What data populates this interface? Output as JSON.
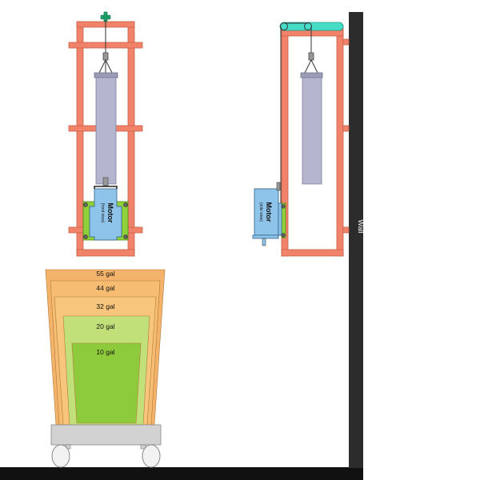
{
  "colors": {
    "frame": "#f0836a",
    "frame_stroke": "#c9604a",
    "cylinder": "#b4b6d0",
    "cylinder_cap": "#9a9cb8",
    "motor": "#8ec4ea",
    "motor_mount": "#8fd13a",
    "pulley_top": "#46dcc6",
    "valve": "#1fa36b",
    "wall": "#2c2c2c",
    "floor": "#111111",
    "cart": "#d2d2d2",
    "wheel": "#f2f2f2",
    "bin_55": "#f4b36a",
    "bin_44": "#f6bc72",
    "bin_32": "#f7c57c",
    "bin_20": "#c2e07a",
    "bin_10": "#8ecb3c"
  },
  "front_view": {
    "motor_label": "Motor",
    "motor_sublabel": "(front view)"
  },
  "side_view": {
    "motor_label": "Motor",
    "motor_sublabel": "(side view)"
  },
  "wall_label": "Wall",
  "bins": [
    {
      "label": "55 gal"
    },
    {
      "label": "44 gal"
    },
    {
      "label": "32 gal"
    },
    {
      "label": "20 gal"
    },
    {
      "label": "10 gal"
    }
  ]
}
